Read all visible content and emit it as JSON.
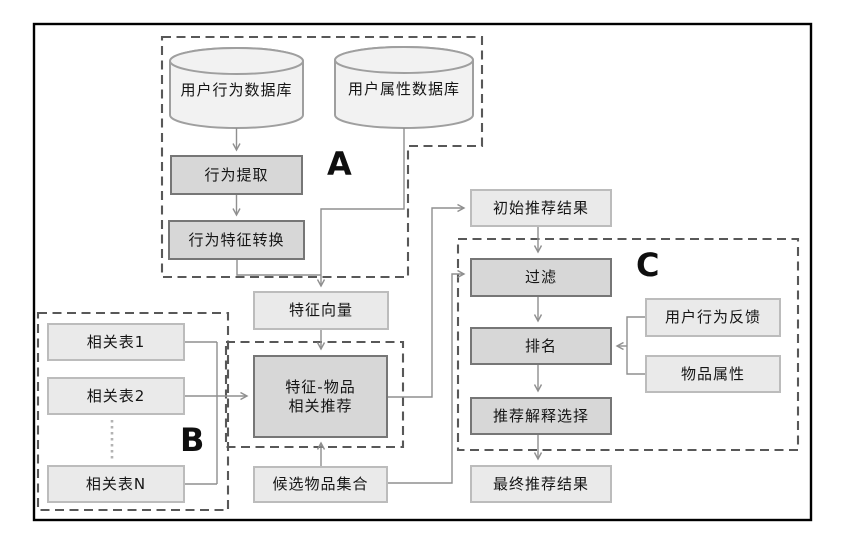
{
  "diagram": {
    "sections": {
      "a": "A",
      "b": "B",
      "c": "C"
    },
    "databases": {
      "user_behavior_db": "用户行为数据库",
      "user_attribute_db": "用户属性数据库"
    },
    "nodes": {
      "behavior_extract": "行为提取",
      "behavior_feature_convert": "行为特征转换",
      "feature_vector": "特征向量",
      "related_table_1": "相关表1",
      "related_table_2": "相关表2",
      "related_table_n": "相关表N",
      "feature_item_rec_line1": "特征-物品",
      "feature_item_rec_line2": "相关推荐",
      "candidate_item_set": "候选物品集合",
      "initial_rec_result": "初始推荐结果",
      "filter": "过滤",
      "ranking": "排名",
      "user_behavior_feedback": "用户行为反馈",
      "item_attribute": "物品属性",
      "rec_explanation_select": "推荐解释选择",
      "final_rec_result": "最终推荐结果"
    },
    "colors": {
      "frame_border": "#000000",
      "box_light_fill": "#eaeaea",
      "box_light_border": "#bcbcbc",
      "box_dark_fill": "#d7d7d7",
      "box_dark_border": "#767676",
      "cylinder_fill": "#f2f2f2",
      "cylinder_border": "#9f9f9f",
      "connector": "#8f8f8f",
      "dashed_outline": "#585858",
      "text": "#151515"
    }
  }
}
